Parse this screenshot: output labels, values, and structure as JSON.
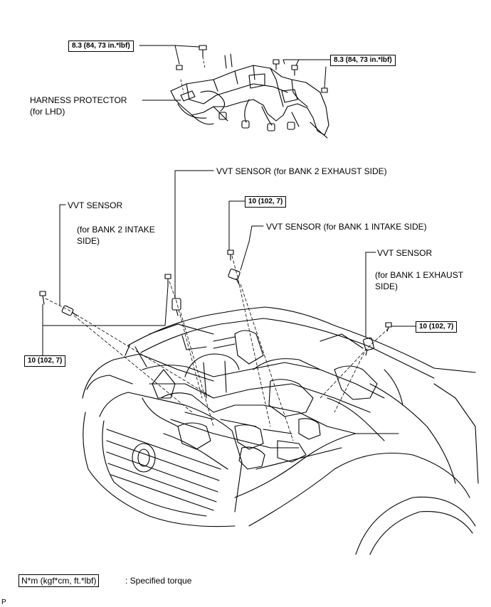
{
  "torque_labels": {
    "harness_left": "8.3 (84, 73 in.*lbf)",
    "harness_right": "8.3 (84, 73 in.*lbf)",
    "bank1_intake": "10 (102, 7)",
    "bank1_exhaust": "10 (102, 7)",
    "bank2_intake": "10 (102, 7)"
  },
  "callouts": {
    "harness_protector": "HARNESS PROTECTOR",
    "harness_protector_note": "(for LHD)",
    "vvt_bank2_exhaust": "VVT SENSOR (for BANK 2 EXHAUST SIDE)",
    "vvt_bank2_intake_title": "VVT SENSOR",
    "vvt_bank2_intake_note_1": "(for BANK 2 INTAKE",
    "vvt_bank2_intake_note_2": "SIDE)",
    "vvt_bank1_intake": "VVT SENSOR  (for BANK 1 INTAKE SIDE)",
    "vvt_bank1_exhaust_title": "VVT SENSOR",
    "vvt_bank1_exhaust_note_1": "(for BANK 1 EXHAUST",
    "vvt_bank1_exhaust_note_2": "SIDE)"
  },
  "legend": {
    "unit_box": "N*m (kgf*cm, ft.*lbf)",
    "description": ": Specified torque"
  },
  "corner_mark": "P"
}
